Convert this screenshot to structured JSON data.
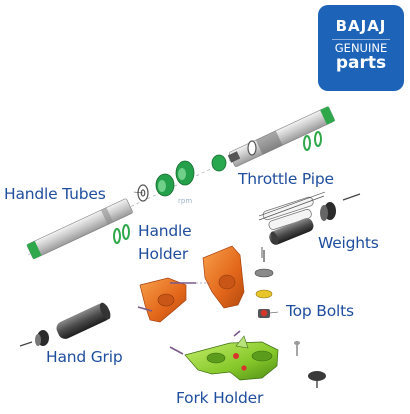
{
  "logo": {
    "line1": "BAJAJ",
    "line2": "GENUINE",
    "line3": "parts"
  },
  "watermark": "rpm",
  "labels": {
    "handle_tubes": "Handle Tubes",
    "throttle_pipe": "Throttle Pipe",
    "handle_holder": "Handle\nHolder",
    "weights": "Weights",
    "top_bolts": "Top Bolts",
    "hand_grip": "Hand Grip",
    "fork_holder": "Fork Holder"
  },
  "colors": {
    "label": "#1f4e9e",
    "logo_bg": "#1d63b8",
    "accent_green": "#2ea84a",
    "holder_orange": "#e8701c",
    "clamp_green": "#8ccf2d"
  }
}
